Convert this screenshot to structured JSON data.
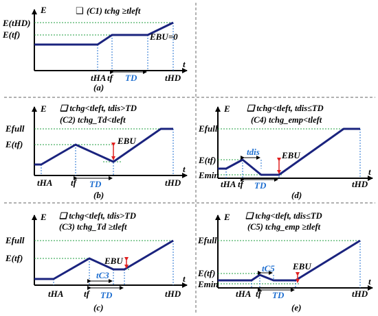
{
  "colors": {
    "curve": "#1a237e",
    "axis": "#000000",
    "guide_green": "#1e9e3c",
    "guide_blue": "#1f6fd0",
    "arrow": "#e02020",
    "divider": "#808080"
  },
  "panels": {
    "a": {
      "title_box": "❑",
      "title": "(C1) tchg ≥tleft",
      "y_axis": "E",
      "x_axis": "t",
      "E_HD": "E(tHD)",
      "E_f": "E(tf)",
      "E_BU": "EBU=0",
      "t_HA": "tHA",
      "t_f": "tf",
      "T_D": "TD",
      "t_HD": "tHD",
      "caption": "(a)"
    },
    "b": {
      "title_line1": "❑ tchg<tleft, tdis>TD",
      "title_line2": "(C2) tchg_Td<tleft",
      "y_axis": "E",
      "x_axis": "t",
      "E_full": "Efull",
      "E_f": "E(tf)",
      "E_BU": "EBU",
      "t_HA": "tHA",
      "t_f": "tf",
      "T_D": "TD",
      "t_HD": "tHD",
      "caption": "(b)"
    },
    "c": {
      "title_line1": "❑ tchg<tleft, tdis>TD",
      "title_line2": "(C3) tchg_Td ≥tleft",
      "y_axis": "E",
      "x_axis": "t",
      "E_full": "Efull",
      "E_f": "E(tf)",
      "E_BU": "EBU",
      "t_C3": "tC3",
      "t_HA": "tHA",
      "t_f": "tf",
      "T_D": "TD",
      "t_HD": "tHD",
      "caption": "(c)"
    },
    "d": {
      "title_line1": "❑ tchg<tleft, tdis≤TD",
      "title_line2": "(C4) tchg_emp<tleft",
      "y_axis": "E",
      "x_axis": "t",
      "E_full": "Efull",
      "E_f": "E(tf)",
      "E_min": "Emin",
      "E_BU": "EBU",
      "t_dis": "tdis",
      "t_HA": "tHA",
      "t_f": "tf",
      "T_D": "TD",
      "t_HD": "tHD",
      "caption": "(d)"
    },
    "e": {
      "title_line1": "❑ tchg<tleft, tdis≤TD",
      "title_line2": "(C5) tchg_emp ≥tleft",
      "y_axis": "E",
      "x_axis": "t",
      "E_full": "Efull",
      "E_f": "E(tf)",
      "E_min": "Emin",
      "E_BU": "EBU",
      "t_C5": "tC5",
      "t_HA": "tHA",
      "t_f": "tf",
      "T_D": "TD",
      "t_HD": "tHD",
      "caption": "(e)"
    }
  }
}
